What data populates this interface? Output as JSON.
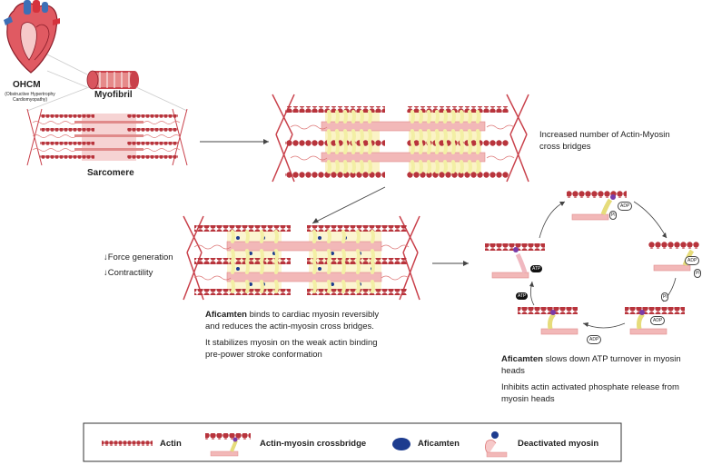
{
  "heart": {
    "label": "OHCM",
    "sublabel_line1": "(Obstructive Hypertrophy",
    "sublabel_line2": "Cardiomyopathy)"
  },
  "myofibril": {
    "label": "Myofibril"
  },
  "sarcomere": {
    "label": "Sarcomere"
  },
  "increased": {
    "line1": "Increased number of Actin-Myosin",
    "line2": "cross bridges"
  },
  "effects": {
    "force": "↓Force generation",
    "contractility": "↓Contractility"
  },
  "aficamten_desc": {
    "bold": "Aficamten",
    "line1_rest": " binds to cardiac myosin reversibly",
    "line2": "and reduces the actin-myosin cross bridges.",
    "line3": "It stabilizes myosin on the weak actin binding",
    "line4": "pre-power stroke conformation"
  },
  "cycle": {
    "labels": {
      "adp": "ADP",
      "pi": "Pi",
      "atp": "ATP"
    },
    "desc_bold": "Aficamten",
    "desc_line1_rest": " slows down ATP turnover in myosin",
    "desc_line2": "heads",
    "desc_line3": "Inhibits actin activated phosphate release from",
    "desc_line4": "myosin heads"
  },
  "legend": {
    "actin": "Actin",
    "crossbridge": "Actin-myosin crossbridge",
    "aficamten": "Aficamten",
    "deactivated": "Deactivated myosin"
  },
  "colors": {
    "actin": "#b8343c",
    "myosin_band": "#f2b8b8",
    "myosin_head": "#f3efa5",
    "aficamten": "#1d3c8f",
    "z_line": "#c9414b"
  }
}
